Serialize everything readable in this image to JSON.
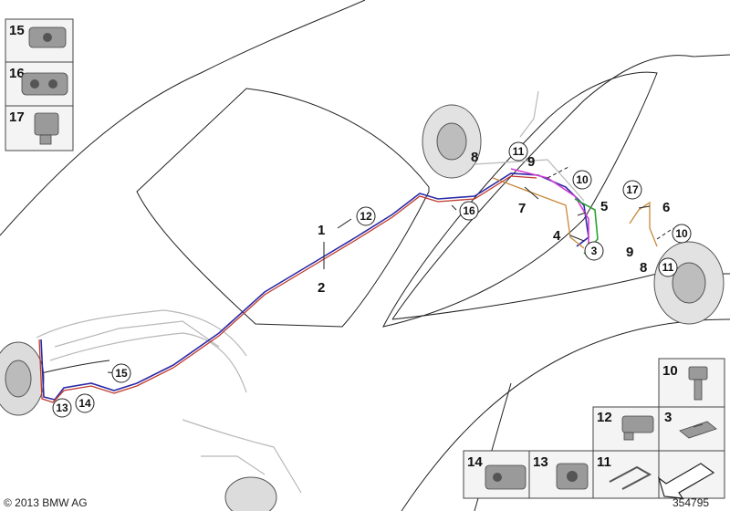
{
  "diagram": {
    "callouts_plain": [
      "1",
      "2",
      "4",
      "5",
      "6",
      "7",
      "8",
      "9",
      "8",
      "9"
    ],
    "callouts_circled": [
      "12",
      "15",
      "16",
      "11",
      "10",
      "3",
      "17",
      "10",
      "11",
      "13",
      "14"
    ],
    "legend_parts": [
      {
        "num": "15",
        "icon": "clip-15-icon"
      },
      {
        "num": "16",
        "icon": "clip-16-icon"
      },
      {
        "num": "17",
        "icon": "clip-17-icon"
      },
      {
        "num": "10",
        "icon": "bolt-icon"
      },
      {
        "num": "12",
        "icon": "clip-12-icon"
      },
      {
        "num": "3",
        "icon": "bracket-3-icon"
      },
      {
        "num": "14",
        "icon": "clip-14-icon"
      },
      {
        "num": "13",
        "icon": "clip-13-icon"
      },
      {
        "num": "11",
        "icon": "spring-clip-icon"
      },
      {
        "num": "",
        "icon": "front-arrow-icon"
      }
    ],
    "copyright": "© 2013 BMW AG",
    "diagram_number": "354795"
  },
  "colors": {
    "line_blue": "#2a2aa8",
    "line_red": "#c0392b",
    "line_magenta": "#d23cd2",
    "line_green": "#2ea12e",
    "line_orange": "#c8893a"
  }
}
